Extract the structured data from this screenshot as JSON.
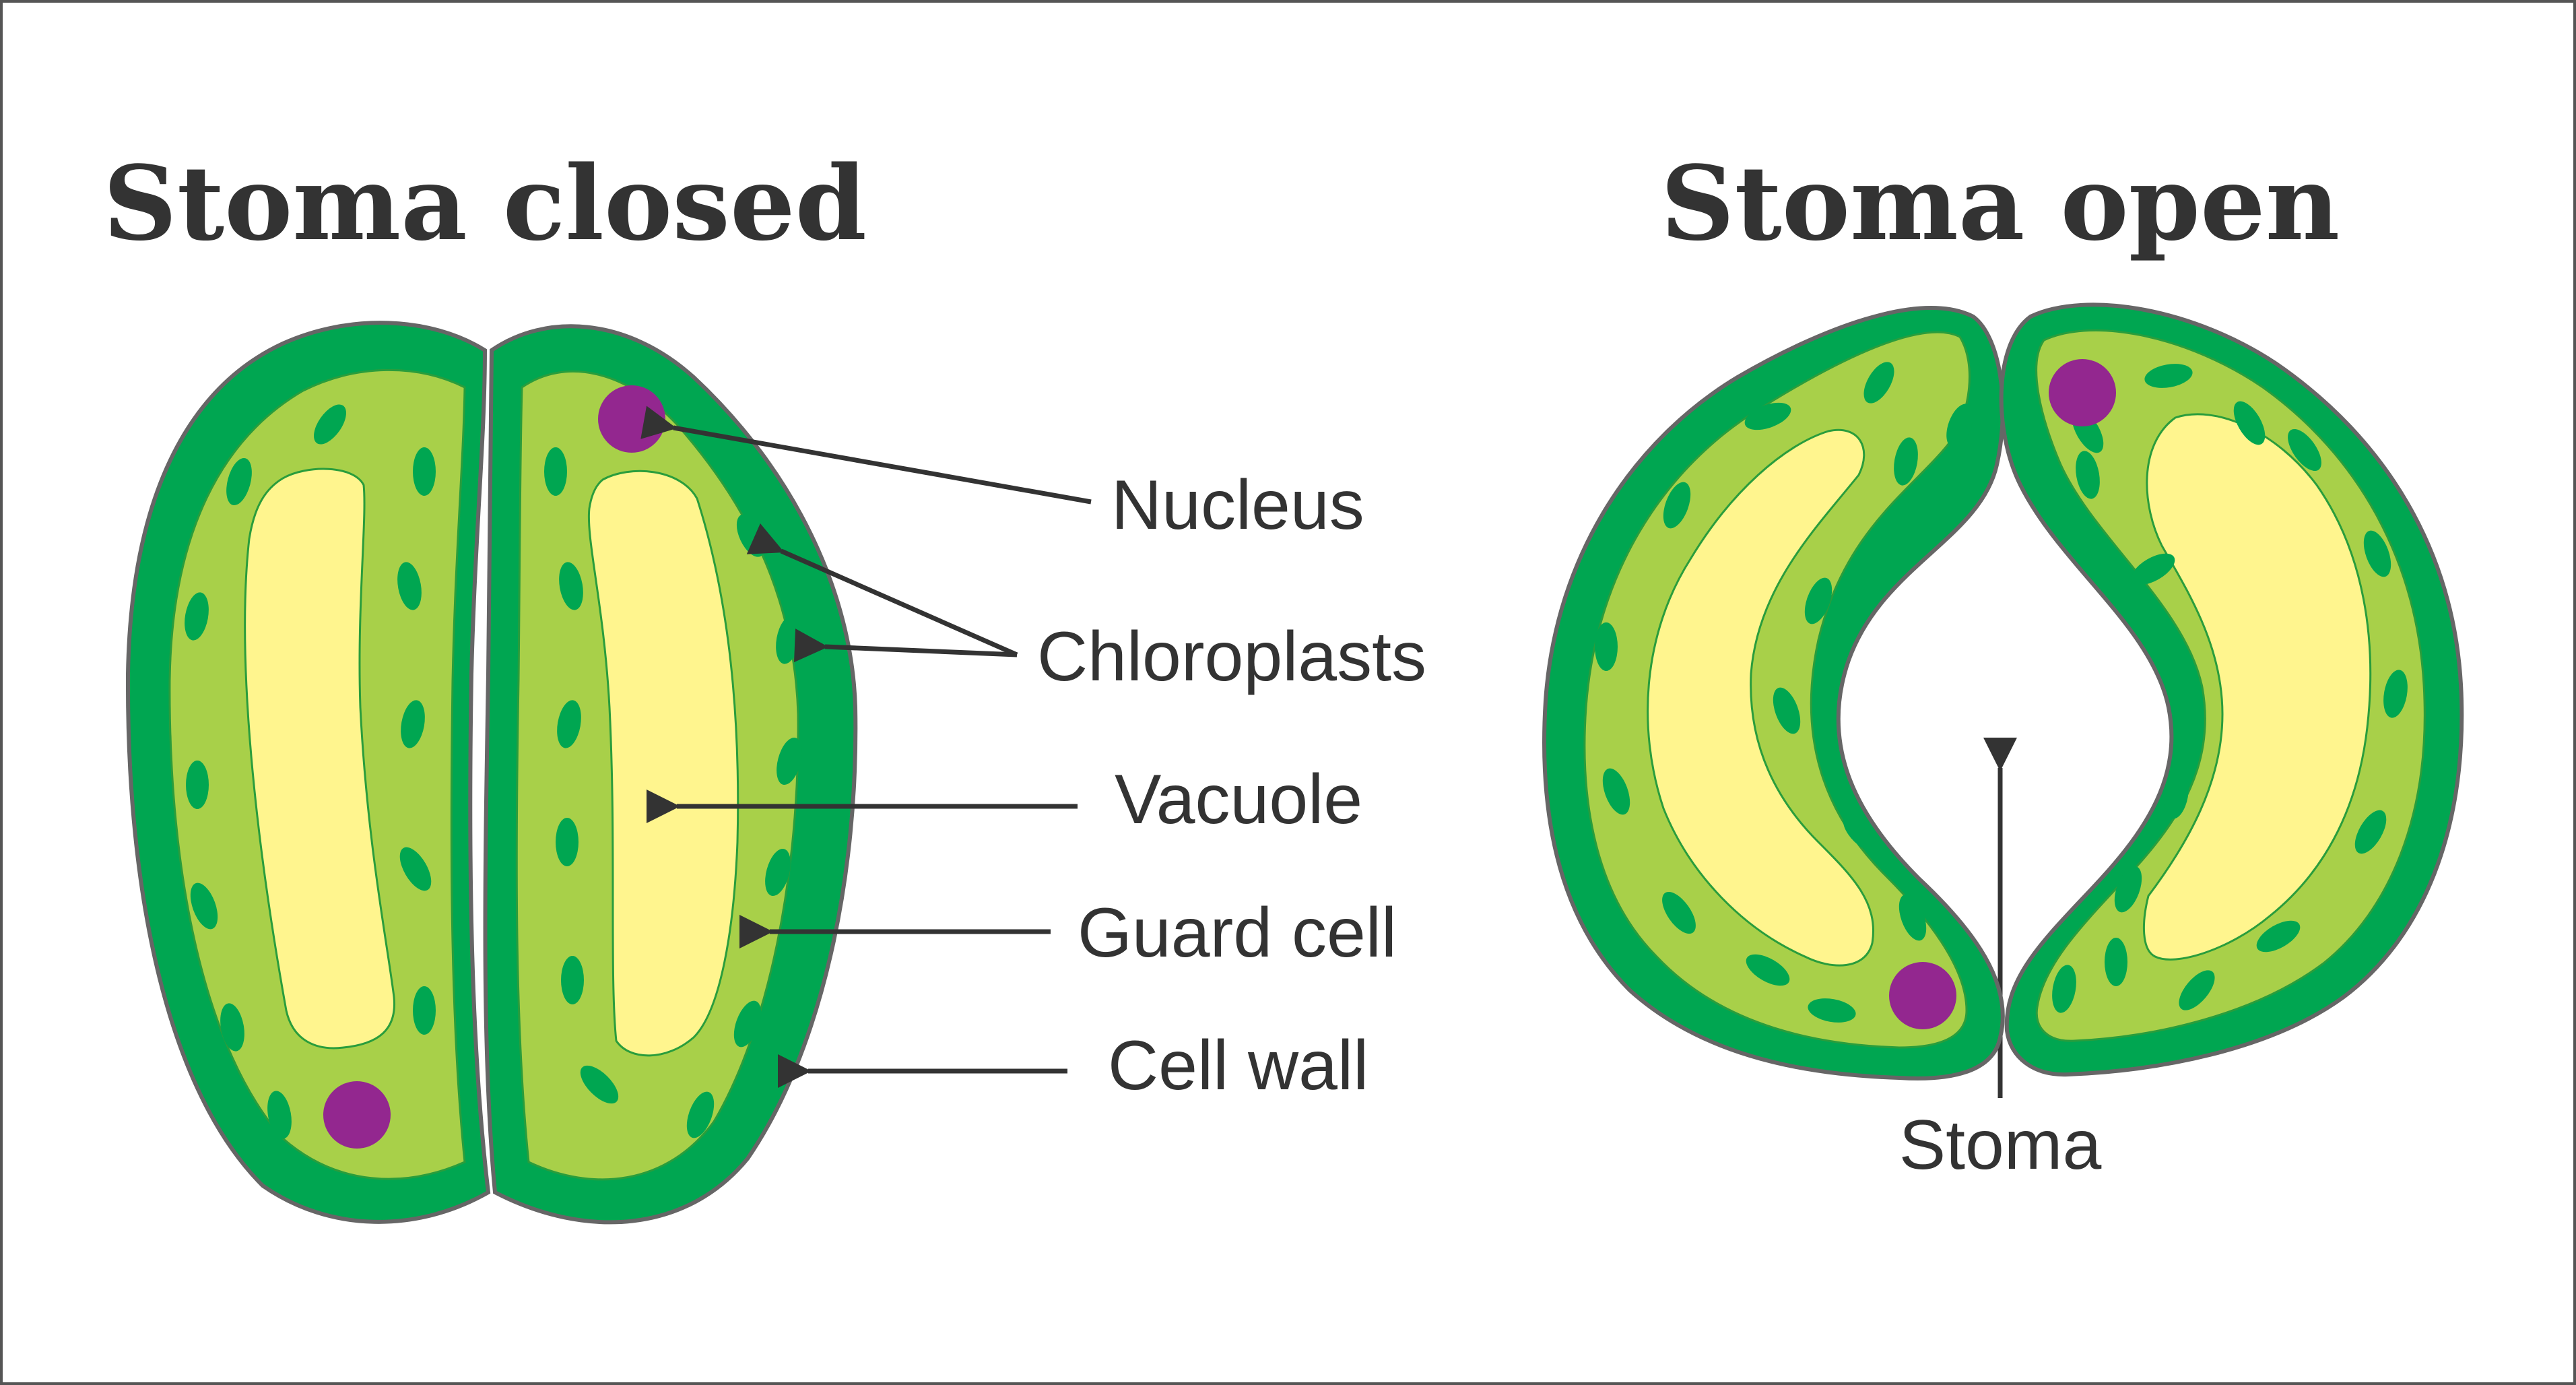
{
  "titles": {
    "closed": "Stoma closed",
    "open": "Stoma open"
  },
  "labels": {
    "nucleus": "Nucleus",
    "chloroplasts": "Chloroplasts",
    "vacuole": "Vacuole",
    "guard_cell": "Guard cell",
    "cell_wall": "Cell wall",
    "stoma": "Stoma"
  },
  "colors": {
    "cell_wall": "#00a651",
    "cytoplasm": "#a8d049",
    "vacuole": "#fff58e",
    "chloroplast": "#00a651",
    "nucleus": "#93278f",
    "outline": "#666666",
    "text": "#333333"
  }
}
